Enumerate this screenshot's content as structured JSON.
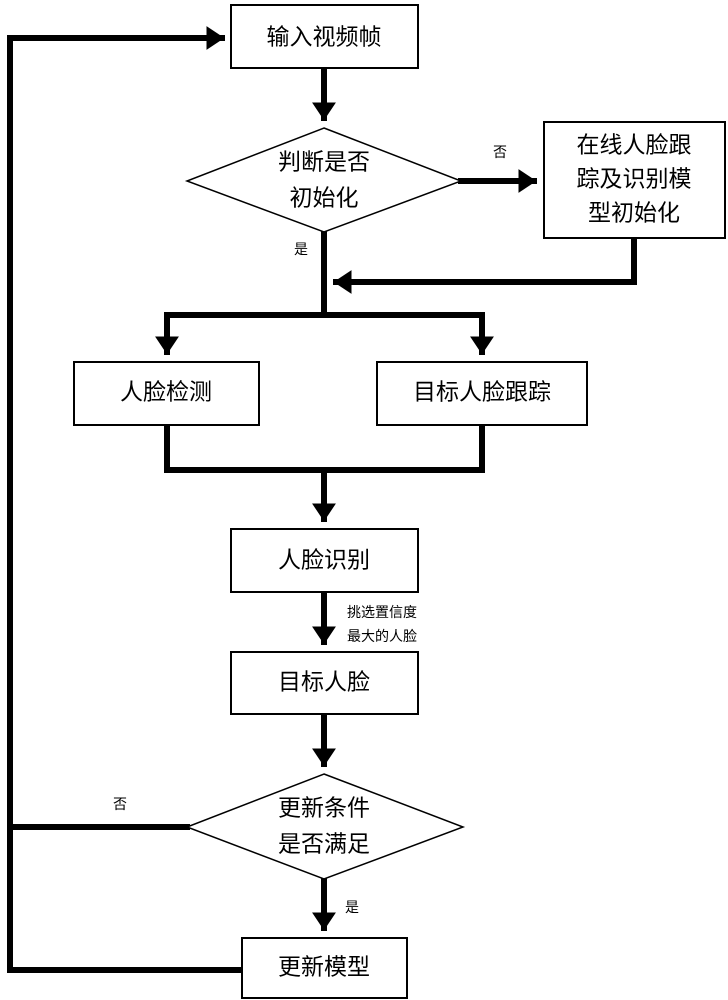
{
  "nodes": {
    "input_frame": "输入视频帧",
    "check_init": [
      "判断是否",
      "初始化"
    ],
    "model_init": [
      "在线人脸跟",
      "踪及识别模",
      "型初始化"
    ],
    "face_detect": "人脸检测",
    "target_track": "目标人脸跟踪",
    "face_recog": "人脸识别",
    "target_face": "目标人脸",
    "update_cond": [
      "更新条件",
      "是否满足"
    ],
    "update_model": "更新模型"
  },
  "edge_labels": {
    "init_no": "否",
    "init_yes": "是",
    "select": [
      "挑选置信度",
      "最大的人脸"
    ],
    "update_no": "否",
    "update_yes": "是"
  }
}
